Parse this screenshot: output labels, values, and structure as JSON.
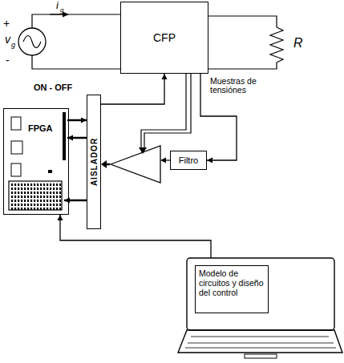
{
  "diagram": {
    "nodes": [
      {
        "text": [
          "CFP"
        ]
      },
      {
        "text": [
          "FPGA"
        ]
      },
      {
        "text": [
          "AISLADOR"
        ]
      },
      {
        "text": [
          "Filtro"
        ]
      },
      {
        "text": [
          "Modelo de circuitos y diseño del control"
        ]
      }
    ],
    "edges": [
      {
        "from": 1,
        "to": 2,
        "arrow": "to"
      },
      {
        "from": 2,
        "to": 1,
        "arrow": "to"
      },
      {
        "from": 2,
        "to": 1,
        "arrow": "to"
      },
      {
        "from": 2,
        "to": 0,
        "arrow": "to"
      },
      {
        "from": 4,
        "to": 1,
        "arrow": "to"
      },
      {
        "from": 0,
        "to": 3,
        "arrow": "to"
      }
    ],
    "labels": [
      "+",
      "v",
      "g",
      "-",
      "i",
      "g",
      "R",
      "ON - OFF",
      "Muestras de tensiónes"
    ]
  }
}
